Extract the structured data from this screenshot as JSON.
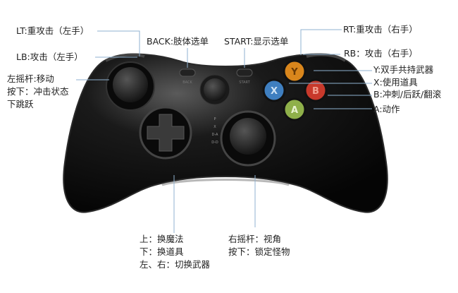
{
  "labels": {
    "lt": "LT:重攻击（左手）",
    "lb": "LB:攻击（左手）",
    "left_stick": [
      "左摇杆:移动",
      "按下：冲击状态",
      "下跳跃"
    ],
    "back": "BACK:肢体选单",
    "start": "START:显示选单",
    "rt": "RT:重攻击（右手）",
    "rb": "RB：攻击（右手）",
    "y": "Y:双手共持武器",
    "x": "X:使用道具",
    "b": "B:冲刺/后跃/翻滚",
    "a": "A:动作",
    "dpad": [
      "上：换魔法",
      "下：换道具",
      "左、右：切换武器"
    ],
    "right_stick": [
      "右摇杆：视角",
      "按下：锁定怪物"
    ]
  },
  "controller": {
    "button_letters": {
      "y": "Y",
      "x": "X",
      "b": "B",
      "a": "A"
    },
    "printed": {
      "back": "BACK",
      "start": "START",
      "p": "P",
      "x": "X",
      "da": "D-A",
      "dd": "D-D"
    },
    "colors": {
      "y": "#d9861c",
      "x": "#3f7fc0",
      "b": "#c8392b",
      "a": "#8fb04a",
      "body": "#0b0b0b",
      "leader": "#8fb2d0"
    }
  }
}
